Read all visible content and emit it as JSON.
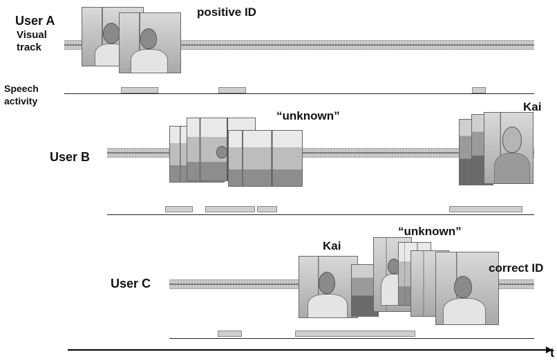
{
  "userA": {
    "label": "User A",
    "track_label_line1": "Visual",
    "track_label_line2": "track",
    "annotation": "positive ID"
  },
  "speech_label_line1": "Speech",
  "speech_label_line2": "activity",
  "userB": {
    "label": "User B",
    "annotation_unknown": "“unknown”",
    "annotation_name": "Kai"
  },
  "userC": {
    "label": "User C",
    "annotation_name": "Kai",
    "annotation_unknown": "“unknown”",
    "annotation_correct": "correct ID"
  },
  "time_axis_label": "t"
}
